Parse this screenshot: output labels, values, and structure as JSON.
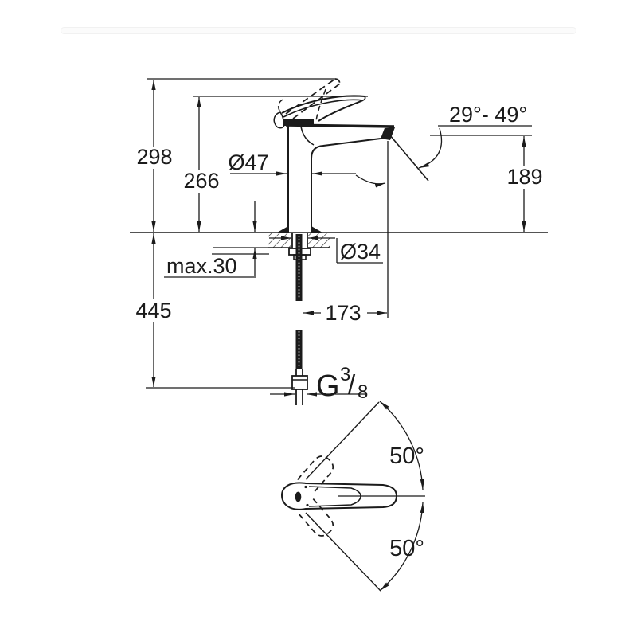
{
  "title": "single-lever basin mixer dimensional drawing",
  "colors": {
    "line": "#1b1b1b",
    "background": "#ffffff",
    "divider": "#f4f4f4"
  },
  "side_view": {
    "overall_height": "298",
    "lever_height": "266",
    "body_diameter": "Ø47",
    "spout_angle_range": "29°- 49°",
    "spout_outlet_height": "189",
    "max_deck_thickness": "max.30",
    "mounting_hole_diameter": "Ø34",
    "supply_hose_length": "445",
    "spout_projection": "173",
    "thread": {
      "letter": "G",
      "numerator": "3",
      "slash": "/",
      "denominator": "8"
    }
  },
  "top_view": {
    "swivel_angle_upper": "50°",
    "swivel_angle_lower": "50°"
  }
}
